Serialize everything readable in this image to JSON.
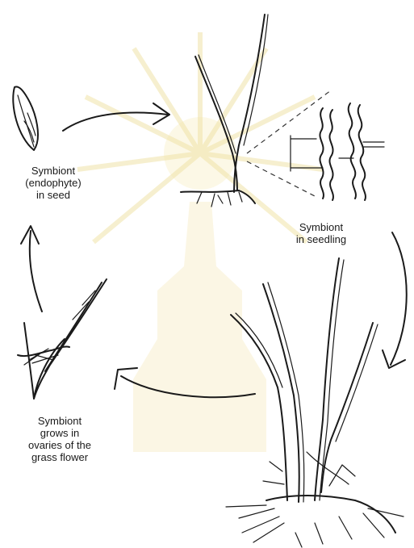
{
  "labels": {
    "seed": [
      "Symbiont",
      "(endophyte)",
      "in seed"
    ],
    "seedling": [
      "Symbiont",
      "in seedling"
    ],
    "flower": [
      "Symbiont",
      "grows in",
      "ovaries of the",
      "grass flower"
    ]
  },
  "colors": {
    "ink": "#1a1a1a",
    "watermark": "#f0e3a8"
  }
}
